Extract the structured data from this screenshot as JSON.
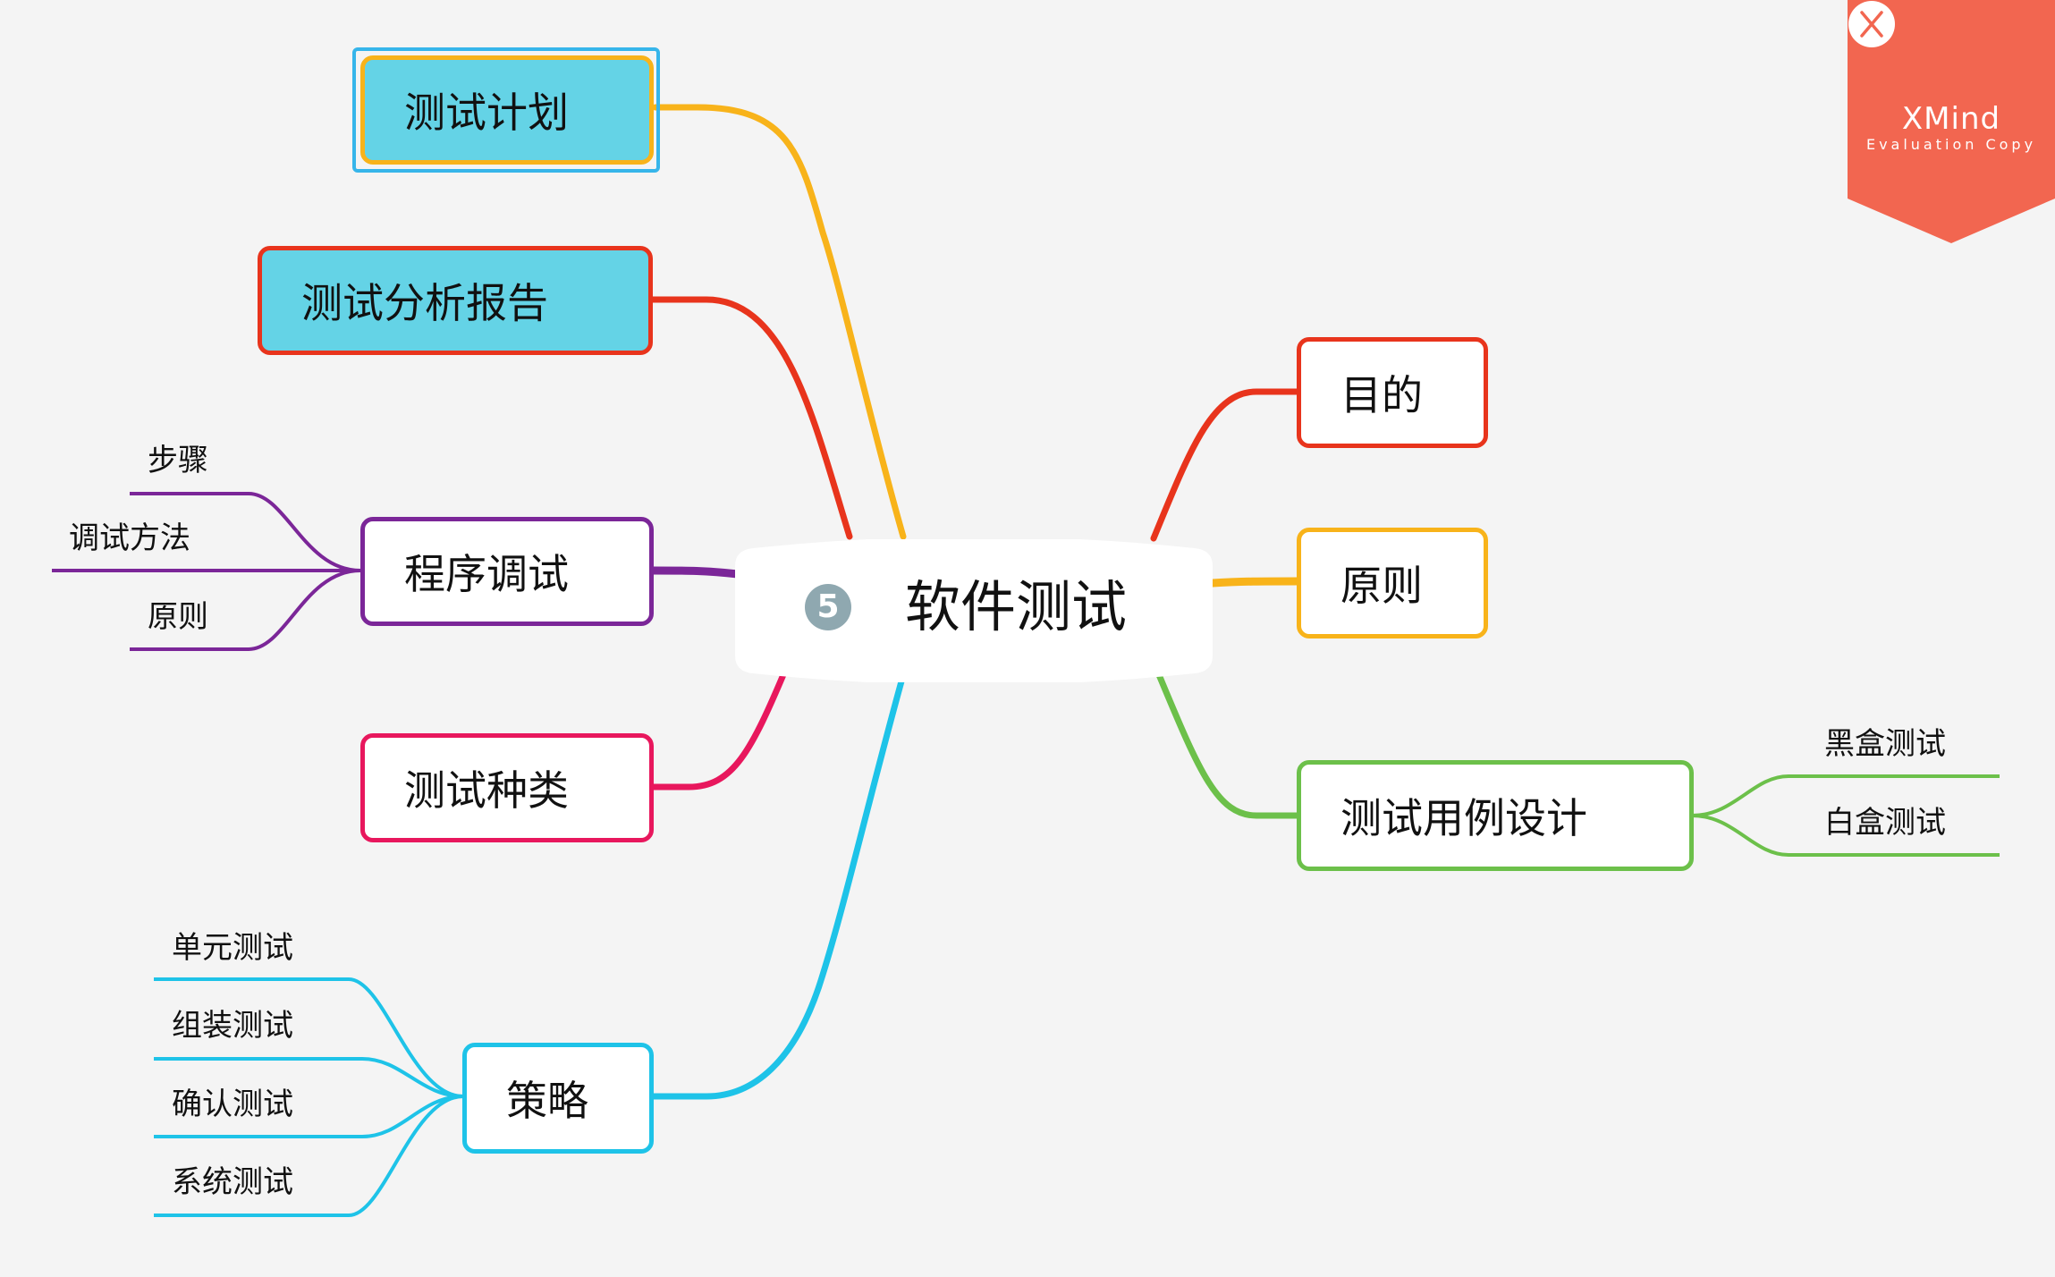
{
  "central_topic": {
    "label": "软件测试",
    "badge": "5",
    "badge_color": "#8fa8b0"
  },
  "watermark": {
    "brand": "XMind",
    "subtitle": "Evaluation Copy",
    "color": "#f26650",
    "icon": "xmind-logo-icon"
  },
  "branches": [
    {
      "id": "plan",
      "label": "测试计划",
      "color": "#f8b31a",
      "fill": "#64d3e6",
      "selected": true,
      "children": []
    },
    {
      "id": "report",
      "label": "测试分析报告",
      "color": "#e8341c",
      "fill": "#64d3e6",
      "children": []
    },
    {
      "id": "debug",
      "label": "程序调试",
      "color": "#7b2698",
      "fill": "#ffffff",
      "children": [
        "步骤",
        "调试方法",
        "原则"
      ]
    },
    {
      "id": "kinds",
      "label": "测试种类",
      "color": "#e8175d",
      "fill": "#ffffff",
      "children": []
    },
    {
      "id": "strategy",
      "label": "策略",
      "color": "#1ec3e8",
      "fill": "#ffffff",
      "children": [
        "单元测试",
        "组装测试",
        "确认测试",
        "系统测试"
      ]
    },
    {
      "id": "purpose",
      "label": "目的",
      "color": "#e8341c",
      "fill": "#ffffff",
      "children": []
    },
    {
      "id": "principle",
      "label": "原则",
      "color": "#f8b31a",
      "fill": "#ffffff",
      "children": []
    },
    {
      "id": "casedesign",
      "label": "测试用例设计",
      "color": "#6cc04a",
      "fill": "#ffffff",
      "children": [
        "黑盒测试",
        "白盒测试"
      ]
    }
  ],
  "selection_color": "#36b5ea"
}
